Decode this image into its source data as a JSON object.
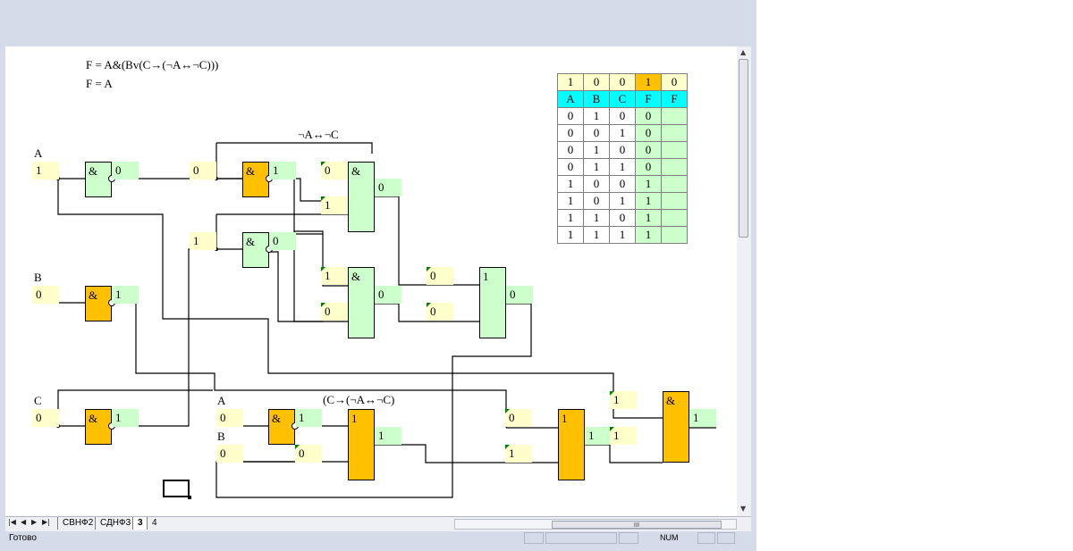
{
  "formulas": {
    "line1": "F = A&(Bv(C→(¬A↔¬C)))",
    "line2": "F = A"
  },
  "labels": {
    "A": "A",
    "B": "B",
    "C": "C",
    "A2": "A",
    "B2": "B",
    "equiv": "¬A↔¬C",
    "impl": "(C→(¬A↔¬C)"
  },
  "gate_symbols": {
    "and": "&",
    "or": "1"
  },
  "inputs": {
    "A": "1",
    "B": "0",
    "C": "0",
    "A2": "0",
    "B2": "0"
  },
  "values": {
    "not_a_out": "0",
    "and_top_in": "0",
    "and_top_out": "1",
    "and_mid_in": "1",
    "and_mid_out": "0",
    "not_b_out": "1",
    "not_c_out": "1",
    "big_and1_in1": "0",
    "big_and1_in2": "1",
    "big_and1_out": "0",
    "big_and2_in1": "1",
    "big_and2_in2": "0",
    "big_and2_out": "0",
    "or1_in1": "0",
    "or1_in2": "0",
    "or1_out": "0",
    "and_a2_out": "1",
    "b2_wire": "0",
    "or_impl_out": "1",
    "or2_in1": "0",
    "or2_in2": "1",
    "or2_out": "1",
    "final_in1": "1",
    "final_in2": "1",
    "final_out": "1"
  },
  "truth_table": {
    "current": [
      "1",
      "0",
      "0",
      "1",
      "0"
    ],
    "headers": [
      "A",
      "B",
      "C",
      "F",
      "F"
    ],
    "rows": [
      [
        "0",
        "1",
        "0",
        "0",
        ""
      ],
      [
        "0",
        "0",
        "1",
        "0",
        ""
      ],
      [
        "0",
        "1",
        "0",
        "0",
        ""
      ],
      [
        "0",
        "1",
        "1",
        "0",
        ""
      ],
      [
        "1",
        "0",
        "0",
        "1",
        ""
      ],
      [
        "1",
        "0",
        "1",
        "1",
        ""
      ],
      [
        "1",
        "1",
        "0",
        "1",
        ""
      ],
      [
        "1",
        "1",
        "1",
        "1",
        ""
      ]
    ]
  },
  "colors": {
    "header_cyan": "#00ffff",
    "gate_orange": "#ffc000",
    "light_green": "#ccffcc",
    "light_yellow": "#ffffcc"
  },
  "sheet_tabs": [
    "СВНФ2",
    "СДНФ3",
    "3",
    "4"
  ],
  "active_tab": "3",
  "nav_icons": [
    "first-sheet-icon",
    "prev-sheet-icon",
    "next-sheet-icon",
    "last-sheet-icon"
  ],
  "hscroll_thumb": "III",
  "status": {
    "text": "Готово",
    "num": "NUM"
  }
}
